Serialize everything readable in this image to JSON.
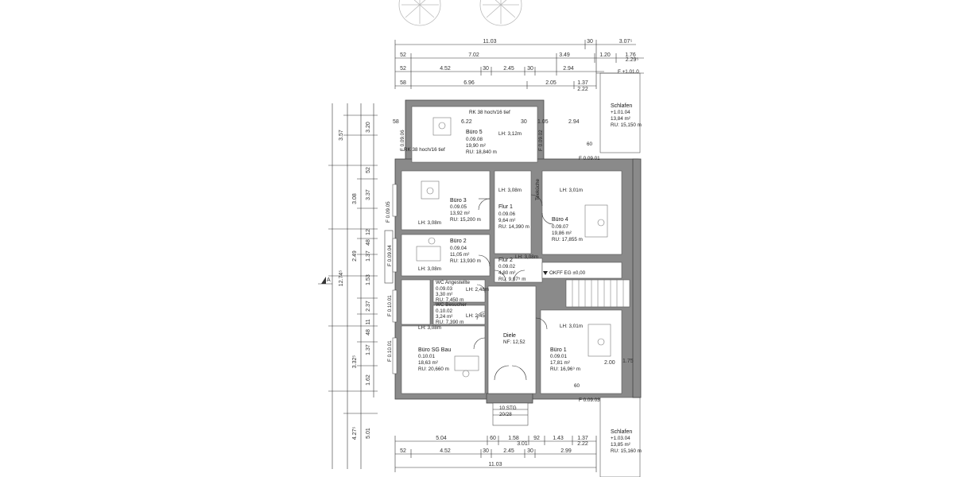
{
  "colors": {
    "wall": "#8a8a8a",
    "line": "#333333",
    "background": "#ffffff"
  },
  "dimensions": {
    "top": {
      "r1": [
        "11.03",
        "30",
        "3.07⁵"
      ],
      "r2": [
        "52",
        "7.02",
        "3.49",
        "1.20",
        "1.76",
        "2.29⁵"
      ],
      "r3": [
        "52",
        "4.52",
        "30",
        "2.45",
        "30",
        "2.94"
      ],
      "r4": [
        "58",
        "6.96",
        "2.05",
        "1.37",
        "2.22"
      ]
    },
    "bottom": {
      "r1": [
        "5.04",
        "60",
        "1.58",
        "92",
        "1.43",
        "1.37",
        "3.01",
        "2.22"
      ],
      "r2": [
        "52",
        "4.52",
        "30",
        "2.45",
        "30",
        "2.99"
      ],
      "r3": [
        "11.03"
      ]
    },
    "left_outer": [
      "3.57",
      "3.08",
      "2.49",
      "3.32⁵",
      "4.27⁵",
      "12.74⁵"
    ],
    "left_inner": [
      "3.20",
      "52",
      "3.37",
      "12",
      "48",
      "1.37",
      "1.53",
      "2.37",
      "11",
      "48",
      "1.37",
      "1.62",
      "5.01"
    ],
    "misc": [
      "58",
      "6.22",
      "30",
      "1.05",
      "2.94",
      "60",
      "2.00",
      "2.05",
      "1.75"
    ]
  },
  "rooms": [
    {
      "id": "buero5",
      "name": "Büro 5",
      "number": "0.09.08",
      "area": "19,90 m²",
      "ru": "RU: 18,840 m",
      "lh": "LH: 3,12m"
    },
    {
      "id": "buero3",
      "name": "Büro 3",
      "number": "0.09.05",
      "area": "13,92 m²",
      "ru": "RU: 15,200 m",
      "lh": "LH: 3,08m"
    },
    {
      "id": "flur1",
      "name": "Flur 1",
      "number": "0.09.06",
      "area": "9,64 m²",
      "ru": "RU: 14,390 m",
      "lh": "LH: 3,08m"
    },
    {
      "id": "buero4",
      "name": "Büro 4",
      "number": "0.09.07",
      "area": "19,86 m²",
      "ru": "RU: 17,855 m",
      "lh": "LH: 3,01m"
    },
    {
      "id": "buero2",
      "name": "Büro 2",
      "number": "0.09.04",
      "area": "11,05 m²",
      "ru": "RU: 13,930 m",
      "lh": "LH: 3,08m"
    },
    {
      "id": "flur2",
      "name": "Flur 2",
      "number": "0.09.02",
      "area": "4,80 m²",
      "ru": "RU: 9,07⁵ m",
      "lh": "LH: 3,08m"
    },
    {
      "id": "wc_ang",
      "name": "WC Angestellte",
      "number": "0.09.03",
      "area": "3,30 m²",
      "ru": "RU: 7,450 m",
      "lh": "LH: 2,48m"
    },
    {
      "id": "wc_bes",
      "name": "WC Besucher",
      "number": "0.10.02",
      "area": "3,24 m²",
      "ru": "RU: 7,390 m",
      "lh": "LH: 2,45"
    },
    {
      "id": "diele",
      "name": "Diele",
      "number": "",
      "area": "NF: 12,52",
      "ru": "",
      "lh": ""
    },
    {
      "id": "buero1",
      "name": "Büro 1",
      "number": "0.09.01",
      "area": "17,81 m²",
      "ru": "RU: 16,96⁹ m",
      "lh": "LH: 3,01m"
    },
    {
      "id": "buerosg",
      "name": "Büro SG Bau",
      "number": "0.10.01",
      "area": "18,63 m²",
      "ru": "RU: 20,660 m",
      "lh": ""
    },
    {
      "id": "schlafen_top",
      "name": "Schlafen",
      "number": "+1.01.04",
      "area": "13,84 m²",
      "ru": "RU: 15,150 m",
      "lh": ""
    },
    {
      "id": "schlafen_bot",
      "name": "Schlafen",
      "number": "+1.03.04",
      "area": "13,85 m²",
      "ru": "RU: 15,160 m",
      "lh": ""
    }
  ],
  "labels": {
    "rk_top": "RK 38 hoch/16 tief",
    "rk_left": "RK 38 hoch/16 tief",
    "okff": "OKFF EG ±0,00",
    "stairs": "10 STG",
    "stairs2": "20/28",
    "section": "A",
    "teekueche": "Teeküche",
    "lh_buero2b": "LH: 3,08m",
    "lh_buerosg": "LH: 3,08m",
    "win_a": "F 0.09.02",
    "win_b": "F 0.09.01",
    "win_c": "F 0.09.03",
    "win_d": "F 0.09.04",
    "win_e": "F 0.09.05",
    "win_f": "F 0.09.06",
    "win_g": "F 0.10.01",
    "win_h": "F 0.10.01",
    "win_i": "F +1.01.0",
    "win_60a": "60",
    "win_60b": "60"
  }
}
